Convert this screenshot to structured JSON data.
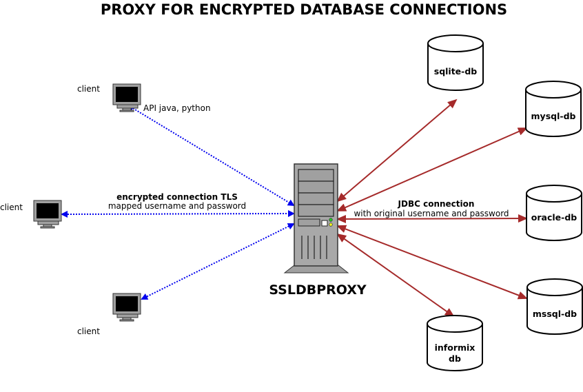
{
  "title": "PROXY FOR ENCRYPTED DATABASE CONNECTIONS",
  "proxy": {
    "label": "SSLDBPROXY",
    "icon": "server-tower-icon"
  },
  "clients": [
    {
      "label": "client",
      "icon": "monitor-icon"
    },
    {
      "label": "client",
      "icon": "monitor-icon"
    },
    {
      "label": "client",
      "icon": "monitor-icon"
    }
  ],
  "client_links": {
    "top_label": "API java, python",
    "middle_label_bold": "encrypted connection TLS",
    "middle_label": "mapped username and password",
    "color": "#0000ee",
    "style": "dotted"
  },
  "db_links": {
    "label_bold": "JDBC connection",
    "label": "with original username and password",
    "color": "#a52a2a",
    "style": "solid"
  },
  "databases": [
    {
      "label": "sqlite-db"
    },
    {
      "label": "mysql-db"
    },
    {
      "label": "oracle-db"
    },
    {
      "label": "mssql-db"
    },
    {
      "label_line1": "informix",
      "label_line2": "db"
    }
  ]
}
